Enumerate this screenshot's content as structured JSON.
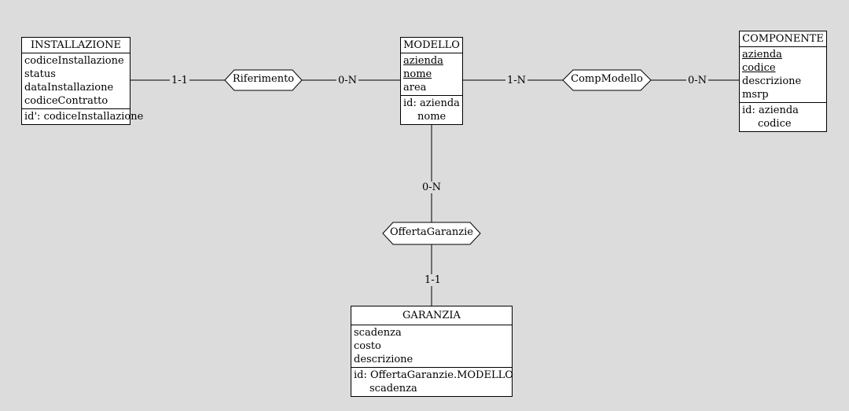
{
  "entities": {
    "installazione": {
      "name": "INSTALLAZIONE",
      "attributes": [
        "codiceInstallazione",
        "status",
        "dataInstallazione",
        "codiceContratto"
      ],
      "id_prefix": "id':",
      "id_first": "codiceInstallazione"
    },
    "modello": {
      "name": "MODELLO",
      "attributes": [
        "azienda",
        "nome",
        "area"
      ],
      "id_prefix": "id:",
      "id_first": "azienda",
      "id_second": "nome"
    },
    "componente": {
      "name": "COMPONENTE",
      "attributes": [
        "azienda",
        "codice",
        "descrizione",
        "msrp"
      ],
      "id_prefix": "id:",
      "id_first": "azienda",
      "id_second": "codice"
    },
    "garanzia": {
      "name": "GARANZIA",
      "attributes": [
        "scadenza",
        "costo",
        "descrizione"
      ],
      "id_prefix": "id:",
      "id_first": "OffertaGaranzie.MODELLO",
      "id_second": "scadenza"
    }
  },
  "relationships": {
    "riferimento": {
      "name": "Riferimento",
      "card_left": "1-1",
      "card_right": "0-N"
    },
    "compmodello": {
      "name": "CompModello",
      "card_left": "1-N",
      "card_right": "0-N"
    },
    "offertagaranzie": {
      "name": "OffertaGaranzie",
      "card_top": "0-N",
      "card_bottom": "1-1"
    }
  },
  "colors": {
    "background": "#dcdcdc",
    "box": "#ffffff",
    "stroke": "#000000"
  }
}
